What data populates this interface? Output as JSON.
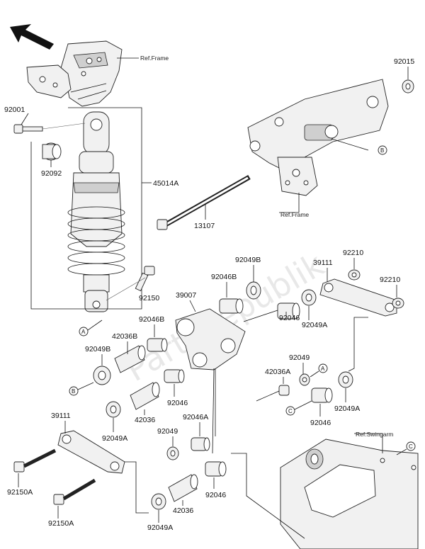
{
  "labels": {
    "p92001": "92001",
    "p92092": "92092",
    "p45014A": "45014A",
    "p13107": "13107",
    "p92015": "92015",
    "p92049B_top": "92049B",
    "p92046B": "92046B",
    "p39007": "39007",
    "p92150": "92150",
    "p92046B_left": "92046B",
    "p42036B": "42036B",
    "p92049B_left": "92049B",
    "p92046_mid": "92046",
    "p42036_mid": "42036",
    "p92049A_left": "92049A",
    "p39111_left": "39111",
    "p92150A_1": "92150A",
    "p92150A_2": "92150A",
    "p92049_mid": "92049",
    "p92046A": "92046A",
    "p42036_low": "42036",
    "p92046_low": "92046",
    "p92049A_bottom": "92049A",
    "p39111_right": "39111",
    "p92210_1": "92210",
    "p92210_2": "92210",
    "p92046_right": "92046",
    "p92049A_right": "92049A",
    "p92049_right": "92049",
    "p42036A": "42036A",
    "p92046_right_low": "92046",
    "p92049A_right_low": "92049A"
  },
  "refs": {
    "frame_top": "Ref.Frame",
    "frame_mid": "Ref.Frame",
    "swingarm": "Ref.Swingarm"
  },
  "callouts": {
    "a1": "A",
    "a2": "A",
    "b1": "B",
    "b2": "B",
    "c1": "C",
    "c2": "C"
  },
  "watermark": "PartsRepublik",
  "icons": {
    "front_arrow": "arrow-up-left-icon"
  }
}
